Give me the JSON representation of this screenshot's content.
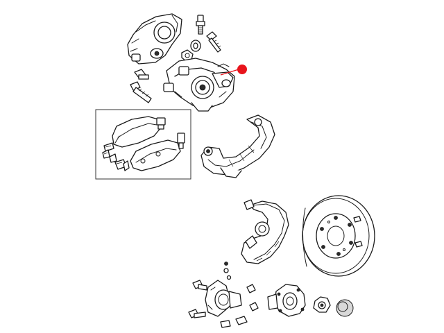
{
  "diagram": {
    "highlight_color": "#e8141c",
    "line_color": "#1a1a1a",
    "background": "#ffffff",
    "callout": {
      "marker": "red-dot",
      "target": "caliper"
    },
    "inset_box": {
      "contents": "brake-pads"
    }
  }
}
